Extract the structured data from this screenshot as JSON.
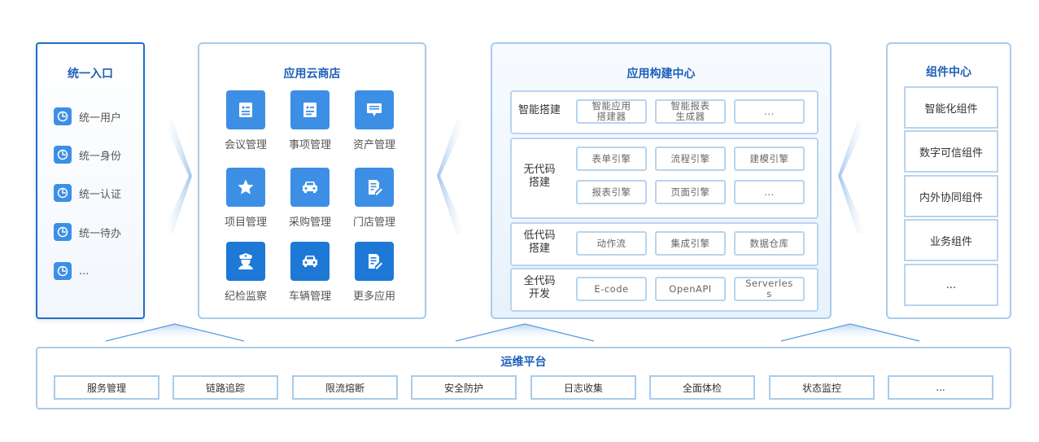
{
  "panel_entry": {
    "title": "统一入口",
    "items": [
      "统一用户",
      "统一身份",
      "统一认证",
      "统一待办",
      "..."
    ]
  },
  "panel_store": {
    "title": "应用云商店",
    "apps": [
      "会议管理",
      "事项管理",
      "资产管理",
      "项目管理",
      "采购管理",
      "门店管理",
      "纪检监察",
      "车辆管理",
      "更多应用"
    ]
  },
  "panel_build": {
    "title": "应用构建中心",
    "rows": [
      {
        "label": "智能搭建",
        "chips": [
          "智能应用\n搭建器",
          "智能报表\n生成器",
          "..."
        ]
      },
      {
        "label": "无代码\n搭建",
        "chips": [
          "表单引擎",
          "流程引擎",
          "建模引擎",
          "报表引擎",
          "页面引擎",
          "..."
        ]
      },
      {
        "label": "低代码\n搭建",
        "chips": [
          "动作流",
          "集成引擎",
          "数据仓库"
        ]
      },
      {
        "label": "全代码\n开发",
        "chips": [
          "E-code",
          "OpenAPI",
          "Serverles\ns"
        ]
      }
    ]
  },
  "panel_components": {
    "title": "组件中心",
    "items": [
      "智能化组件",
      "数字可信组件",
      "内外协同组件",
      "业务组件",
      "..."
    ]
  },
  "panel_ops": {
    "title": "运维平台",
    "items": [
      "服务管理",
      "链路追踪",
      "限流熔断",
      "安全防护",
      "日志收集",
      "全面体检",
      "状态监控",
      "..."
    ]
  },
  "colors": {
    "accent": "#1f6fc4",
    "tile_light": "#3d8fe6",
    "tile_dark": "#1d78d6",
    "border_light": "#a9cbea"
  }
}
